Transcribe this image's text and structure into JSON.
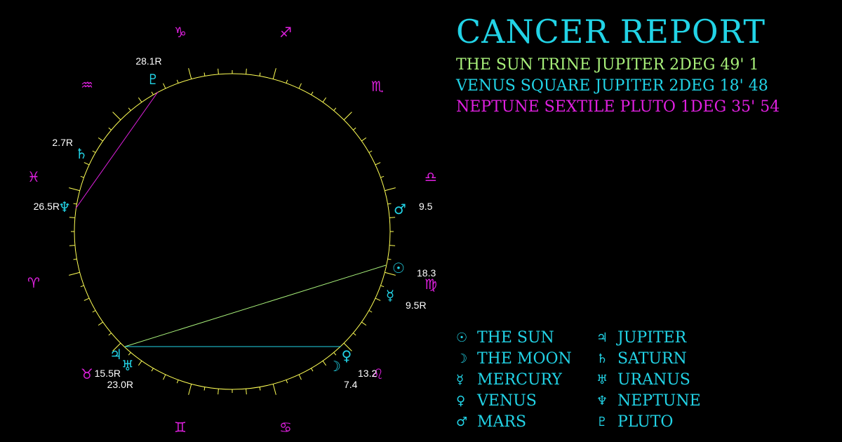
{
  "title": "Cancer Report",
  "aspects": [
    {
      "text": "The Sun trine Jupiter 2deg 49' 1",
      "color": "#a8f07a"
    },
    {
      "text": "Venus square Jupiter 2deg 18' 48",
      "color": "#22d3e6"
    },
    {
      "text": "Neptune sextile Pluto 1deg 35' 54",
      "color": "#e020e0"
    }
  ],
  "colors": {
    "planet": "#22d3e6",
    "sign": "#e020e0",
    "label": "#ffffff",
    "circle": "#ffff55",
    "aspect_trine": "#a8f07a",
    "aspect_square": "#22d3e6",
    "aspect_sextile": "#e020e0"
  },
  "signs": [
    {
      "name": "aries-icon",
      "glyph": "♈"
    },
    {
      "name": "taurus-icon",
      "glyph": "♉"
    },
    {
      "name": "gemini-icon",
      "glyph": "♊"
    },
    {
      "name": "cancer-icon",
      "glyph": "♋"
    },
    {
      "name": "leo-icon",
      "glyph": "♌"
    },
    {
      "name": "virgo-icon",
      "glyph": "♍"
    },
    {
      "name": "libra-icon",
      "glyph": "♎"
    },
    {
      "name": "scorpio-icon",
      "glyph": "♏"
    },
    {
      "name": "sagittarius-icon",
      "glyph": "♐"
    },
    {
      "name": "capricorn-icon",
      "glyph": "♑"
    },
    {
      "name": "aquarius-icon",
      "glyph": "♒"
    },
    {
      "name": "pisces-icon",
      "glyph": "♓"
    }
  ],
  "planets": [
    {
      "key": "pluto",
      "icon": "pluto-icon",
      "glyph": "♇",
      "label": "28.1R"
    },
    {
      "key": "saturn",
      "icon": "saturn-icon",
      "glyph": "♄",
      "label": "2.7R"
    },
    {
      "key": "neptune",
      "icon": "neptune-icon",
      "glyph": "♆",
      "label": "26.5R"
    },
    {
      "key": "mars",
      "icon": "mars-icon",
      "glyph": "♂",
      "label": "9.5"
    },
    {
      "key": "sun",
      "icon": "sun-icon",
      "glyph": "☉",
      "label": "18.3"
    },
    {
      "key": "mercury",
      "icon": "mercury-icon",
      "glyph": "☿",
      "label": "9.5R"
    },
    {
      "key": "venus",
      "icon": "venus-icon",
      "glyph": "♀",
      "label": "13.2"
    },
    {
      "key": "moon",
      "icon": "moon-icon",
      "glyph": "☽",
      "label": "7.4"
    },
    {
      "key": "jupiter",
      "icon": "jupiter-icon",
      "glyph": "♃",
      "label": "15.5R"
    },
    {
      "key": "uranus",
      "icon": "uranus-icon",
      "glyph": "♅",
      "label": "23.0R"
    }
  ],
  "legend": [
    {
      "icon": "sun-icon",
      "glyph": "☉",
      "label": "The Sun"
    },
    {
      "icon": "jupiter-icon",
      "glyph": "♃",
      "label": "Jupiter"
    },
    {
      "icon": "moon-icon",
      "glyph": "☽",
      "label": "The Moon"
    },
    {
      "icon": "saturn-icon",
      "glyph": "♄",
      "label": "Saturn"
    },
    {
      "icon": "mercury-icon",
      "glyph": "☿",
      "label": "Mercury"
    },
    {
      "icon": "uranus-icon",
      "glyph": "♅",
      "label": "Uranus"
    },
    {
      "icon": "venus-icon",
      "glyph": "♀",
      "label": "Venus"
    },
    {
      "icon": "neptune-icon",
      "glyph": "♆",
      "label": "Neptune"
    },
    {
      "icon": "mars-icon",
      "glyph": "♂",
      "label": "Mars"
    },
    {
      "icon": "pluto-icon",
      "glyph": "♇",
      "label": "Pluto"
    }
  ]
}
